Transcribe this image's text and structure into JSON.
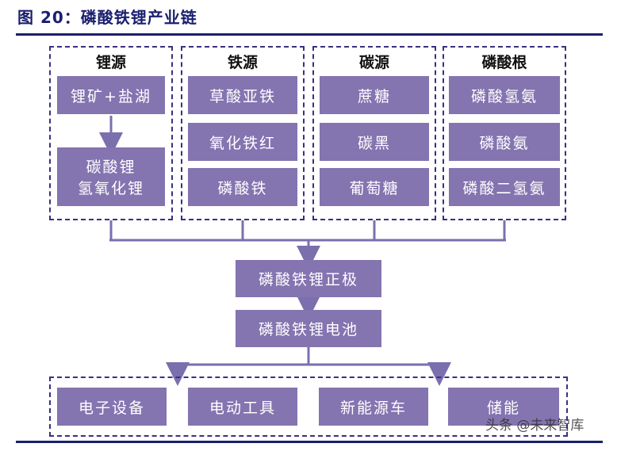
{
  "figure": {
    "title": "图 20：磷酸铁锂产业链"
  },
  "sources": [
    {
      "title": "锂源",
      "items": [
        "锂矿+盐湖",
        "碳酸锂",
        "氢氧化锂"
      ]
    },
    {
      "title": "铁源",
      "items": [
        "草酸亚铁",
        "氧化铁红",
        "磷酸铁"
      ]
    },
    {
      "title": "碳源",
      "items": [
        "蔗糖",
        "碳黑",
        "葡萄糖"
      ]
    },
    {
      "title": "磷酸根",
      "items": [
        "磷酸氢氨",
        "磷酸氨",
        "磷酸二氢氨"
      ]
    }
  ],
  "midstream": {
    "cathode": "磷酸铁锂正极",
    "battery": "磷酸铁锂电池"
  },
  "applications": [
    "电子设备",
    "电动工具",
    "新能源车",
    "储能"
  ],
  "watermark": "头条 @未来智库",
  "colors": {
    "node_fill": "#8474b0",
    "border": "#3b2f82",
    "title": "#1a1f6e"
  }
}
